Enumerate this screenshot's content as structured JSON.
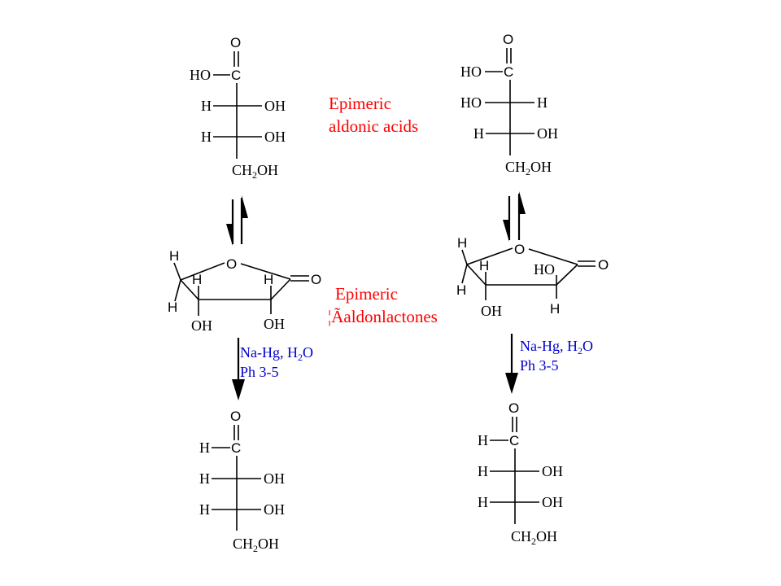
{
  "labels": {
    "aldonic_line1": "Epimeric",
    "aldonic_line2": "aldonic acids",
    "lactone_line1": "Epimeric",
    "lactone_line2": "¦Ãaldonlactones"
  },
  "reagents": {
    "left_line1": "Na-Hg, H",
    "left_line2": "Ph  3-5",
    "right_line1": "Na-Hg, H",
    "right_line2": "Ph  3-5",
    "sub_2": "2",
    "o": "O"
  },
  "atoms": {
    "O": "O",
    "C": "C",
    "H": "H",
    "HO": "HO",
    "OH": "OH",
    "CH": "CH",
    "two": "2",
    "OH_tail": "OH"
  },
  "colors": {
    "label_red": "#ff0000",
    "reagent_blue": "#0000cc",
    "structure": "#000000"
  }
}
